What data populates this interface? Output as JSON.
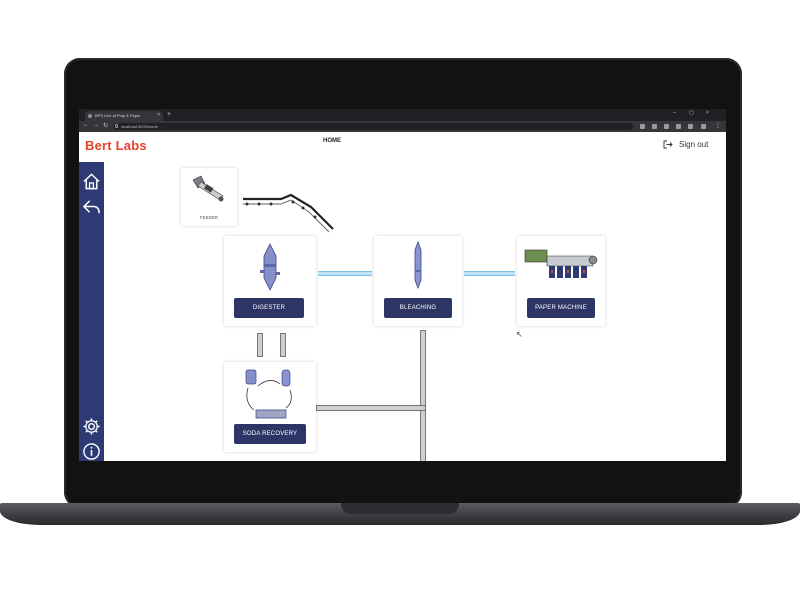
{
  "browser": {
    "tab_title": "BPS Live at Pulp & Paper",
    "tab_close": "×",
    "new_tab": "+",
    "url": "localhost:3000/home",
    "window_controls": [
      "–",
      "▢",
      "×"
    ]
  },
  "header": {
    "brand": "Bert Labs",
    "page_title": "HOME",
    "signout_label": "Sign out"
  },
  "sidebar": {
    "items": [
      {
        "icon": "home-icon"
      },
      {
        "icon": "back-icon"
      },
      {
        "icon": "gear-icon"
      },
      {
        "icon": "info-icon"
      }
    ]
  },
  "stages": {
    "feeder": "FEEDER",
    "digester": "DIGESTER",
    "bleaching": "BLEACHING",
    "paper_machine": "PAPER MACHINE",
    "soda_recovery": "SODA RECOVERY"
  },
  "colors": {
    "brand": "#e8402a",
    "sidebar": "#2d3a74",
    "button": "#2d3566",
    "pipe": "#bfe3f6"
  }
}
